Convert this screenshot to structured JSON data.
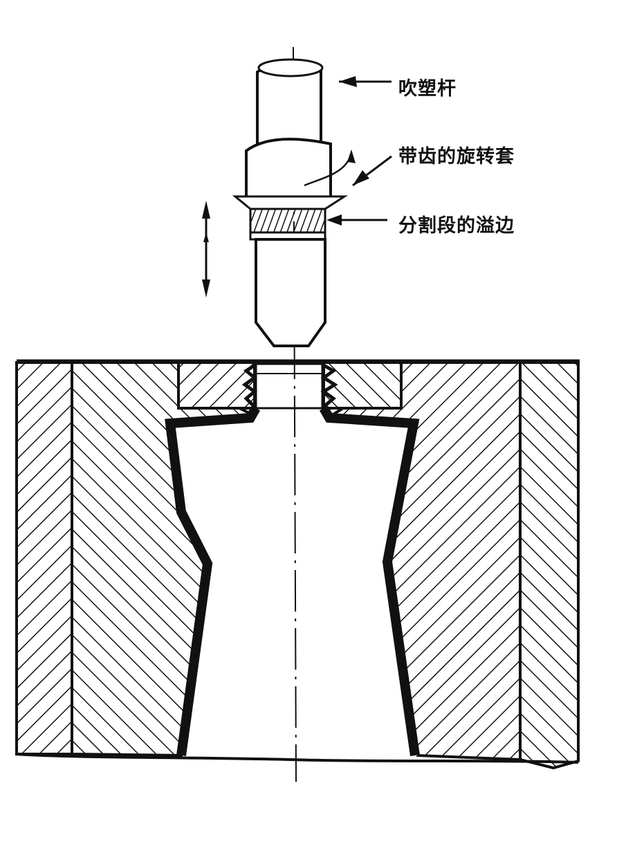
{
  "labels": {
    "blow_rod": "吹塑杆",
    "toothed_sleeve": "带齿的旋转套",
    "flash": "分割段的溢边"
  },
  "colors": {
    "ink": "#111111",
    "paper": "#ffffff"
  }
}
